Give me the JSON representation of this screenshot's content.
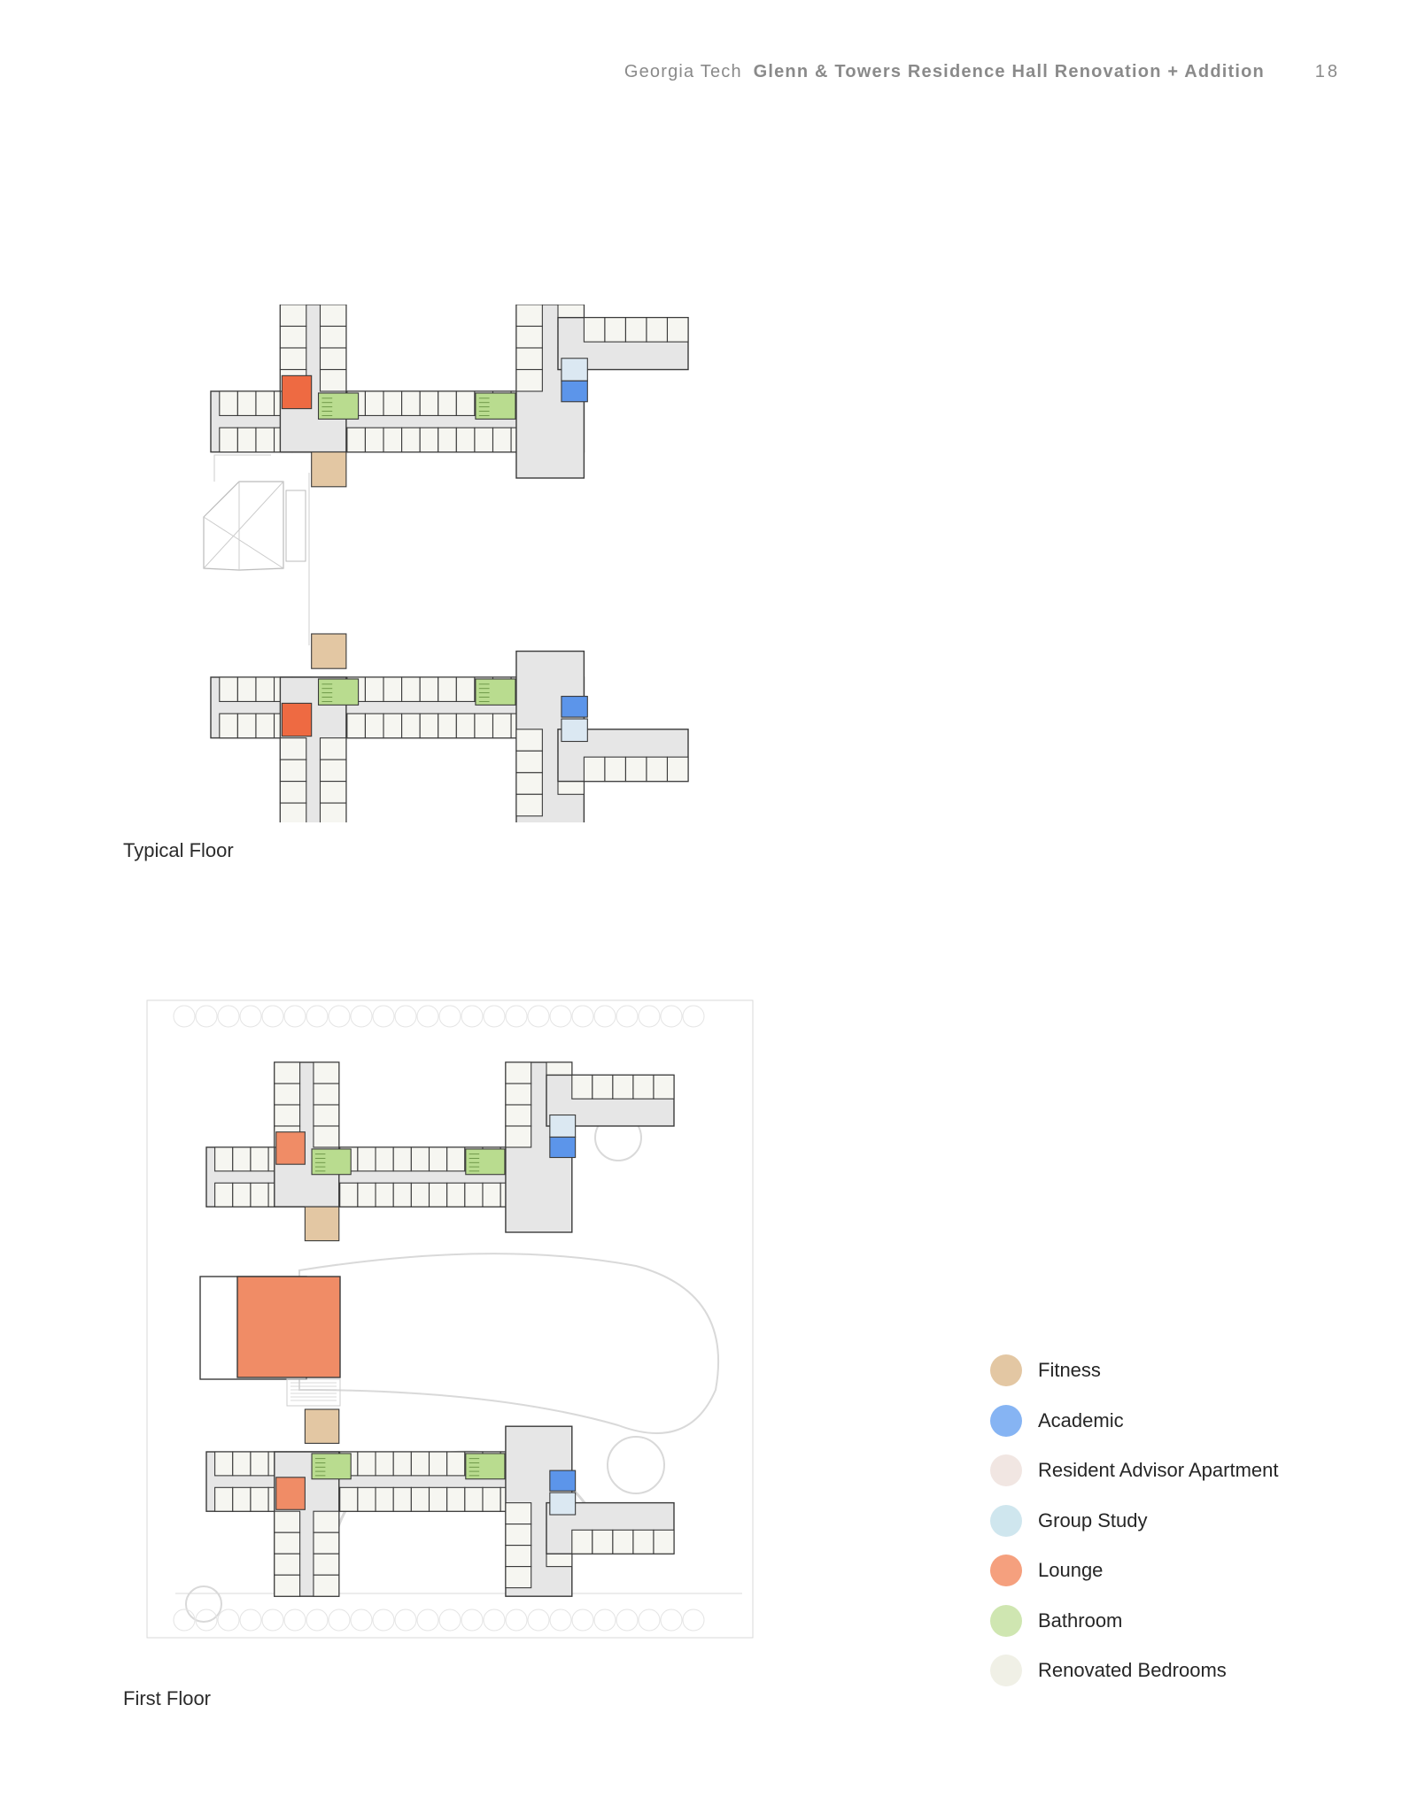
{
  "header": {
    "org": "Georgia Tech",
    "title": "Glenn & Towers Residence Hall Renovation + Addition",
    "page_number": "18"
  },
  "plans": {
    "typical": {
      "caption": "Typical Floor"
    },
    "first": {
      "caption": "First Floor"
    }
  },
  "legend": {
    "items": [
      {
        "label": "Fitness",
        "color": "#e3c7a3"
      },
      {
        "label": "Academic",
        "color": "#86b4f3"
      },
      {
        "label": "Resident Advisor Apartment",
        "color": "#f1e6e2"
      },
      {
        "label": "Group Study",
        "color": "#cfe6ee"
      },
      {
        "label": "Lounge",
        "color": "#f5a07e"
      },
      {
        "label": "Bathroom",
        "color": "#cfe6b1"
      },
      {
        "label": "Renovated Bedrooms",
        "color": "#f0f0e6"
      }
    ]
  },
  "colors": {
    "fitness": "#e3c7a3",
    "academic": "#5c95ea",
    "group_study": "#dbe8f2",
    "lounge_typical": "#ee6a42",
    "lounge_first": "#f08c66",
    "bathroom": "#b9dc8f",
    "bedroom": "#f6f6f1",
    "wall": "#3a3a3a",
    "corridor": "#e6e6e6",
    "site_line": "#d9d9d9"
  }
}
